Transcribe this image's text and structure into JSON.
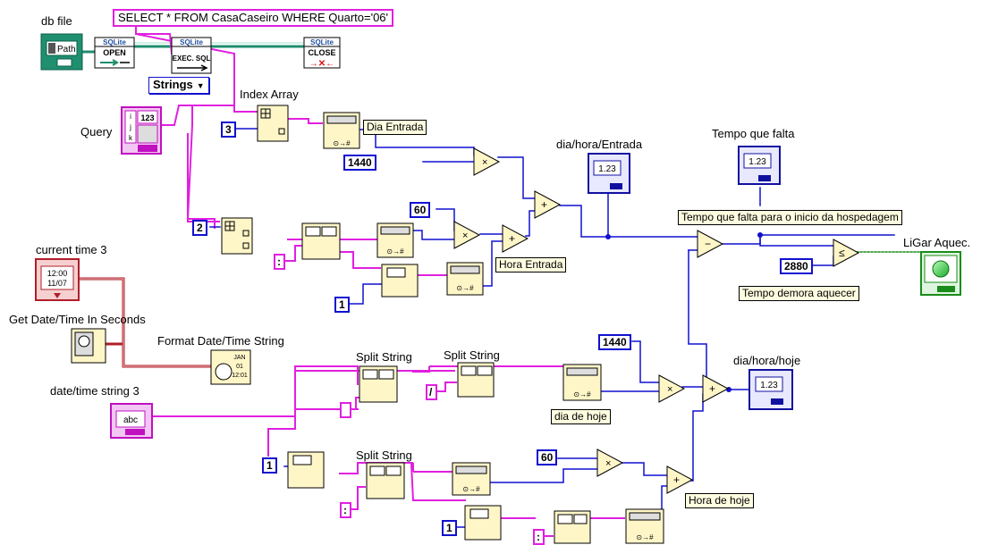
{
  "diagram": {
    "query_string": "SELECT * FROM CasaCaseiro WHERE Quarto='06'",
    "labels": {
      "db_file": "db file",
      "index_array": "Index Array",
      "query": "Query",
      "dia_hora_entrada": "dia/hora/Entrada",
      "tempo_que_falta": "Tempo que falta",
      "ligar_aquec": "LiGar Aquec.",
      "current_time": "current time 3",
      "get_date_time": "Get Date/Time In Seconds",
      "format_date_time": "Format Date/Time String",
      "split_string_1": "Split String",
      "split_string_2": "Split String",
      "split_string_3": "Split String",
      "date_time_string": "date/time string 3",
      "dia_hora_hoje": "dia/hora/hoje"
    },
    "boxed_labels": {
      "dia_entrada": "Dia Entrada",
      "hora_entrada": "Hora Entrada",
      "tempo_inicio": "Tempo que falta para o inicio da hospedagem",
      "tempo_demora": "Tempo demora aquecer",
      "dia_de_hoje": "dia de hoje",
      "hora_de_hoje": "Hora de hoje"
    },
    "ring_selector": "Strings",
    "numeric_constants": {
      "index_3": "3",
      "index_2": "2",
      "c1440_top": "1440",
      "c60_top": "60",
      "c1_mid": "1",
      "c2880": "2880",
      "c1440_bottom": "1440",
      "c1_bottom": "1",
      "c60_bottom": "60",
      "c1_lowest": "1"
    },
    "string_constants": {
      "colon_1": ":",
      "space": " ",
      "slash": "/",
      "colon_2": ":",
      "colon_3": ":"
    },
    "sqlite_nodes": {
      "open": "OPEN",
      "exec": "EXEC. SQL",
      "close": "CLOSE",
      "brand": "SQLite"
    },
    "indicator_value": "1.23",
    "path_control": "Path",
    "time_display": "12:00 11/07",
    "abc_display": "abc",
    "colors": {
      "string_wire": "#e020e0",
      "numeric_wire": "#1010d0",
      "numeric_fill": "#ff9a2e",
      "db_wire": "#1f8f6f",
      "bool_wire": "#1a8c1a",
      "led": "#2fd24a"
    }
  }
}
